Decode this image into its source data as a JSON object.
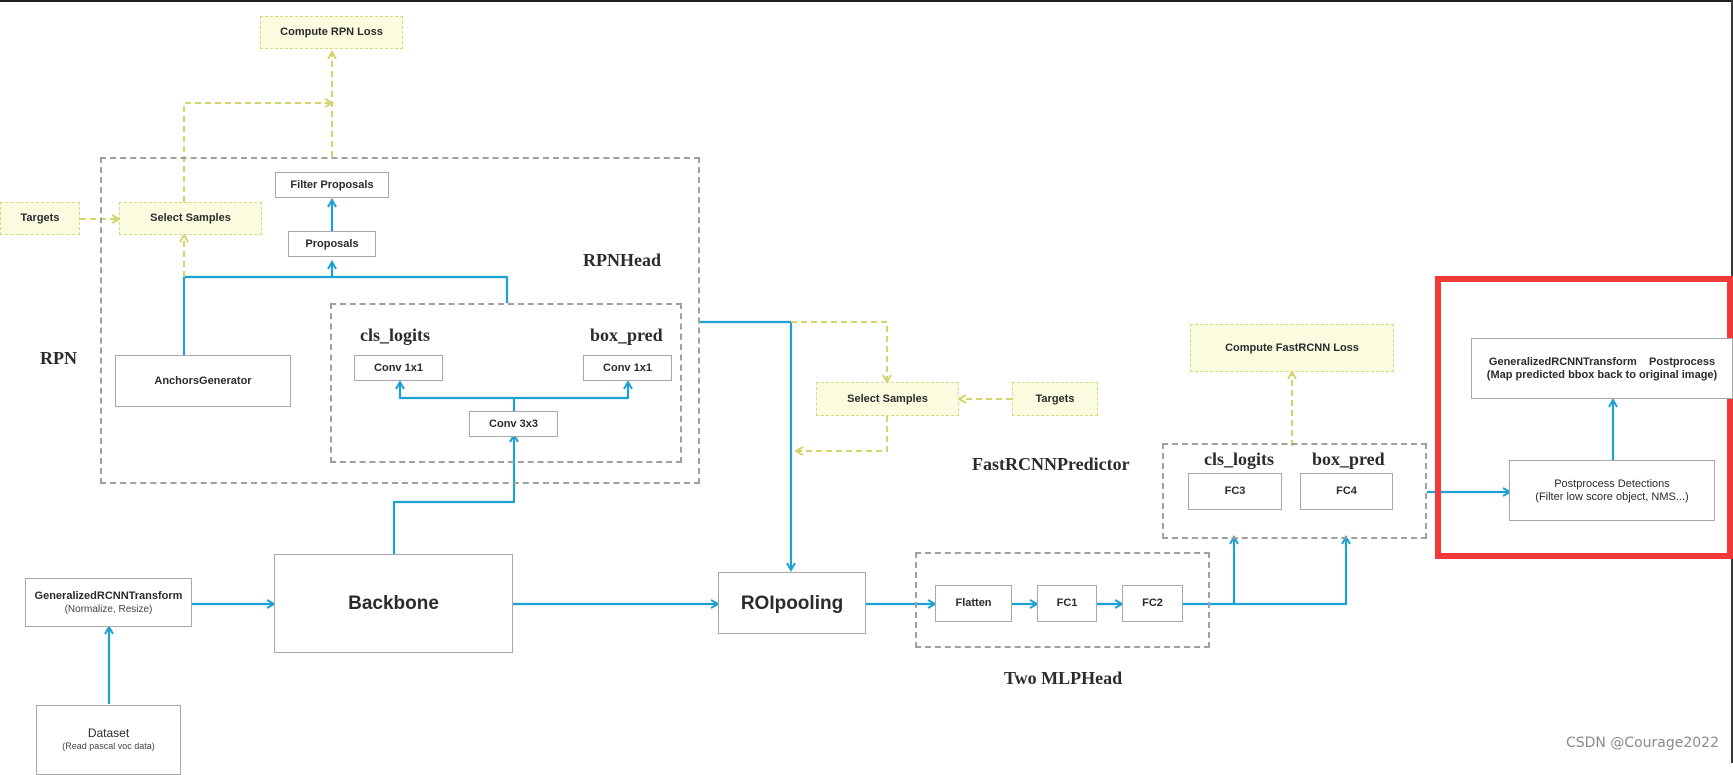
{
  "diagram": {
    "title": "Faster R-CNN pipeline",
    "colors": {
      "main_flow": "#1ea0d2",
      "loss_flow": "#d4d46a",
      "loss_fill": "#fbfbe0",
      "group_border": "#a0a0a0",
      "highlight": "#f03a3a"
    },
    "groups": {
      "rpn": "RPN",
      "rpn_head": "RPNHead",
      "fast_rcnn_predictor": "FastRCNNPredictor",
      "two_mlp_head": "Two MLPHead"
    },
    "nodes": {
      "compute_rpn_loss": "Compute RPN Loss",
      "targets_rpn": "Targets",
      "select_samples_rpn": "Select Samples",
      "filter_proposals": "Filter Proposals",
      "proposals": "Proposals",
      "anchors_generator": "AnchorsGenerator",
      "rpn_cls_logits_label": "cls_logits",
      "rpn_box_pred_label": "box_pred",
      "rpn_conv1x1_cls": "Conv 1x1",
      "rpn_conv1x1_box": "Conv 1x1",
      "rpn_conv3x3": "Conv 3x3",
      "transform_title": "GeneralizedRCNNTransform",
      "transform_sub": "(Normalize, Resize)",
      "dataset_title": "Dataset",
      "dataset_sub": "(Read pascal voc data)",
      "backbone": "Backbone",
      "roi_pooling": "ROIpooling",
      "select_samples_roi": "Select Samples",
      "targets_roi": "Targets",
      "flatten": "Flatten",
      "fc1": "FC1",
      "fc2": "FC2",
      "compute_fastrcnn_loss": "Compute FastRCNN Loss",
      "pred_cls_logits_label": "cls_logits",
      "pred_box_pred_label": "box_pred",
      "fc3": "FC3",
      "fc4": "FC4",
      "postprocess_title": "Postprocess Detections",
      "postprocess_sub": "(Filter low score object,  NMS...)",
      "transform_post_title": "GeneralizedRCNNTransform    Postprocess",
      "transform_post_sub": "(Map predicted bbox back to original image)"
    },
    "watermark": "CSDN @Courage2022"
  }
}
